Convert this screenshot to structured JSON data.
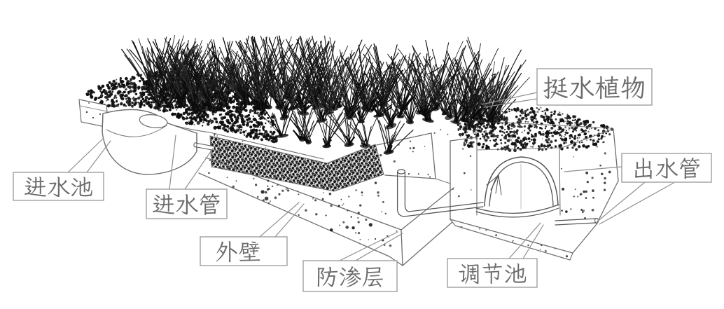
{
  "figure": {
    "kind": "scanned line-art diagram",
    "subject": "constructed wetland cross-section sketch",
    "background": "#ffffff",
    "ink_color": "#141414",
    "line_color": "#6e6e6e",
    "label_box_border": "#979797",
    "label_text_color": "#565656"
  },
  "labels": {
    "tingshui": {
      "text": "挺水植物",
      "points_to": "grass planted on the wetland bed"
    },
    "jinshuichi": {
      "text": "进水池",
      "points_to": "round basin at the left"
    },
    "jinshuiguan": {
      "text": "进水管",
      "points_to": "pipe between basin and bed"
    },
    "waibi": {
      "text": "外壁",
      "points_to": "speckled outer wall band"
    },
    "fangshenceng": {
      "text": "防渗层",
      "points_to": "bottom liner corner"
    },
    "tiaojiechi": {
      "text": "调节池",
      "points_to": "chamber at the right"
    },
    "chushuiguan": {
      "text": "出水管",
      "points_to": "outlet stub at lower right"
    }
  }
}
